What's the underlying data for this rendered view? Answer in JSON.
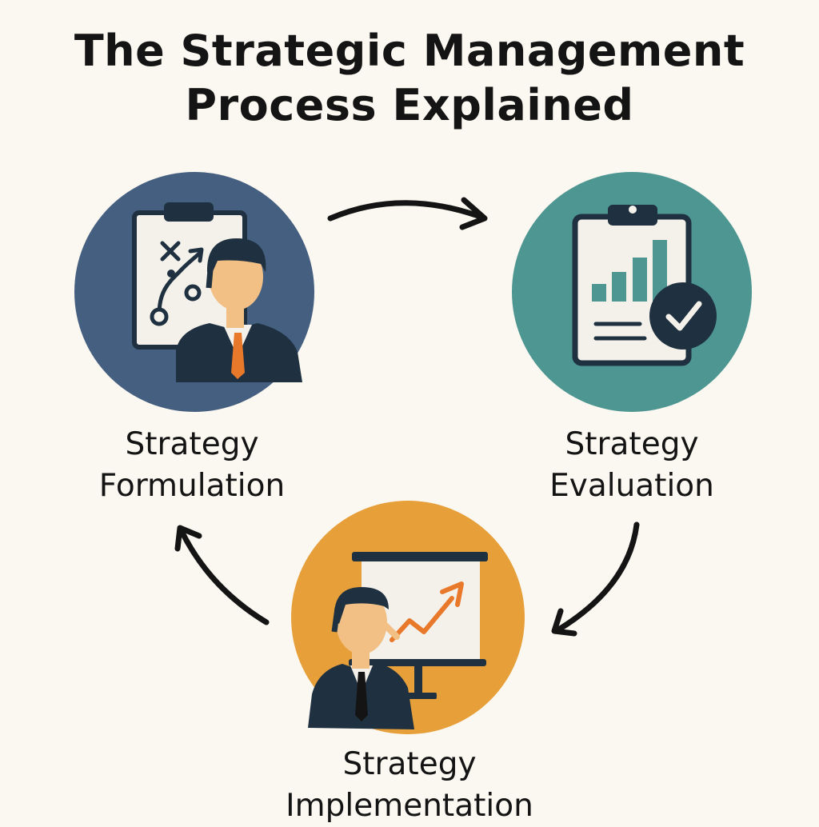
{
  "title": {
    "line1": "The Strategic Management",
    "line2": "Process Explained"
  },
  "stages": [
    {
      "key": "formulation",
      "line1": "Strategy",
      "line2": "Formulation",
      "color": "#445f80",
      "icon": "strategy-board-person-icon"
    },
    {
      "key": "evaluation",
      "line1": "Strategy",
      "line2": "Evaluation",
      "color": "#4d9691",
      "icon": "report-checkmark-icon"
    },
    {
      "key": "implementation",
      "line1": "Strategy",
      "line2": "Implementation",
      "color": "#e79f3a",
      "icon": "presentation-growth-person-icon"
    }
  ],
  "colors": {
    "background": "#fbf8f1",
    "ink": "#141414",
    "dark_navy": "#1f3140",
    "accent_orange": "#e8782a",
    "skin": "#f2c084"
  }
}
